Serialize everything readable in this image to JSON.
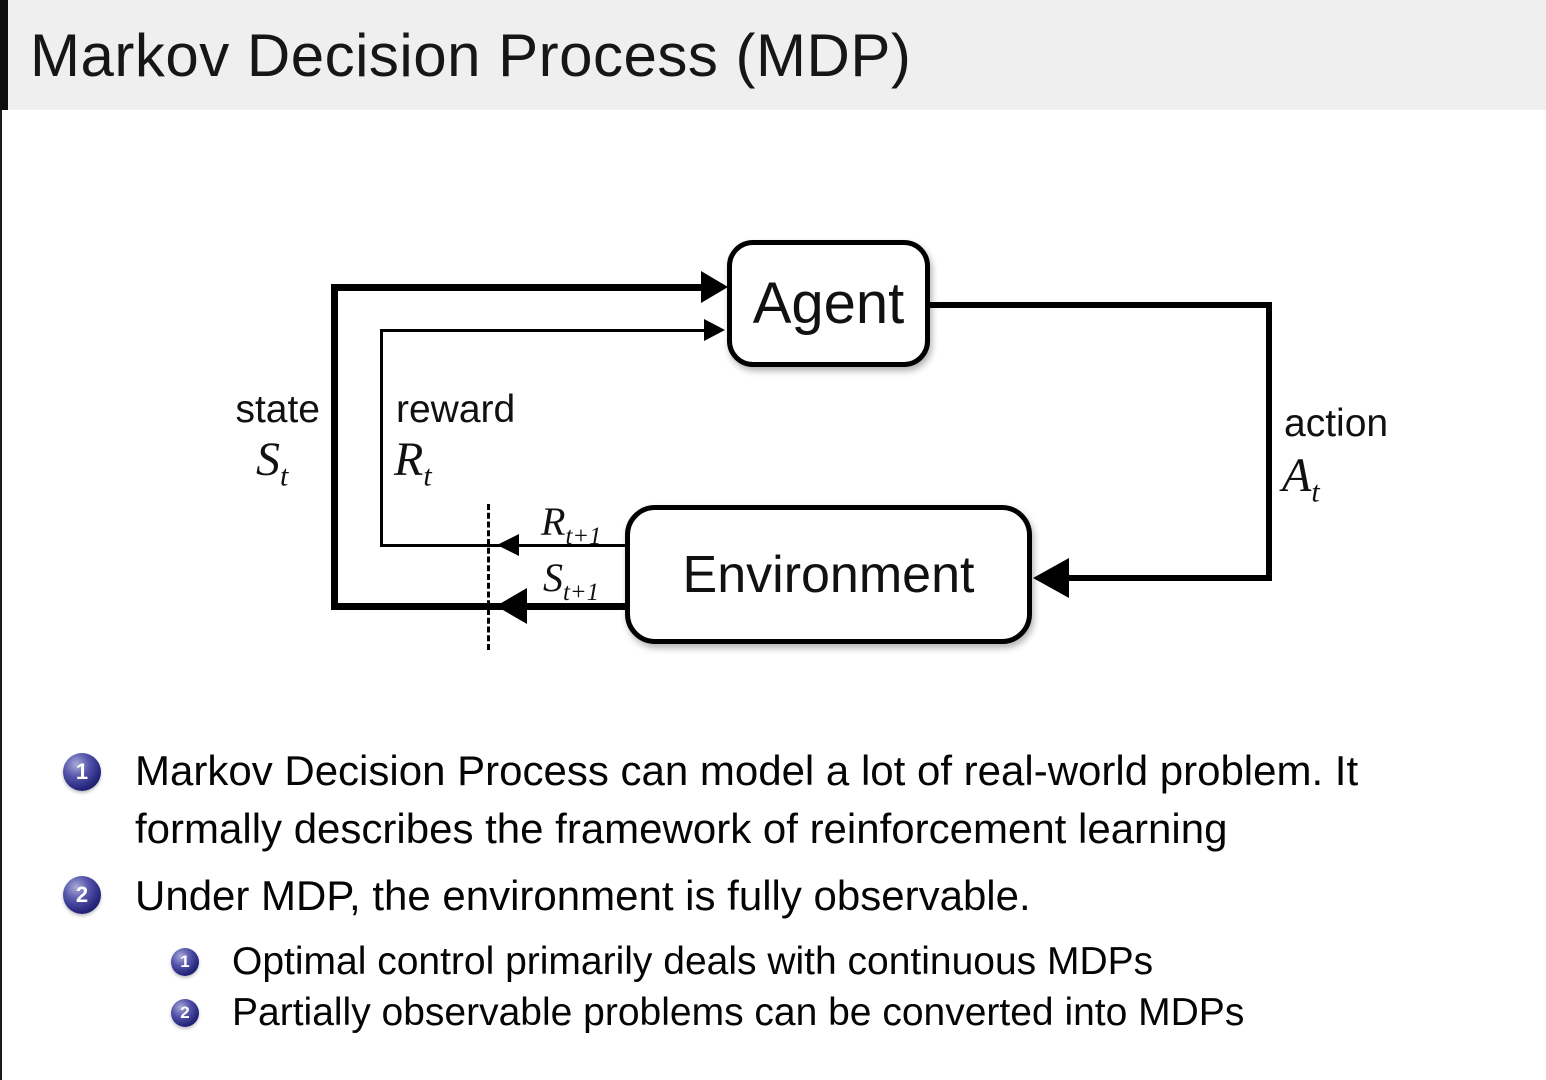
{
  "title": "Markov Decision Process (MDP)",
  "diagram": {
    "agent_label": "Agent",
    "environment_label": "Environment",
    "state": {
      "label": "state",
      "symbol_base": "S",
      "symbol_sub": "t"
    },
    "reward": {
      "label": "reward",
      "symbol_base": "R",
      "symbol_sub": "t"
    },
    "action": {
      "label": "action",
      "symbol_base": "A",
      "symbol_sub": "t"
    },
    "next_reward": {
      "symbol_base": "R",
      "symbol_sub": "t+1"
    },
    "next_state": {
      "symbol_base": "S",
      "symbol_sub": "t+1"
    }
  },
  "bullets": [
    {
      "number": "1",
      "lines": [
        "Markov Decision Process can model a lot of real-world problem. It",
        "formally describes the framework of reinforcement learning"
      ]
    },
    {
      "number": "2",
      "lines": [
        "Under MDP, the environment is fully observable."
      ],
      "sub_items": [
        {
          "number": "1",
          "text": "Optimal control primarily deals with continuous MDPs"
        },
        {
          "number": "2",
          "text": "Partially observable problems can be converted into MDPs"
        }
      ]
    }
  ],
  "colors": {
    "title_bar_bg": "#efefef",
    "enumerate_ball": "#2e2e8f",
    "diagram_line": "#000000",
    "text": "#0a0a0a"
  }
}
